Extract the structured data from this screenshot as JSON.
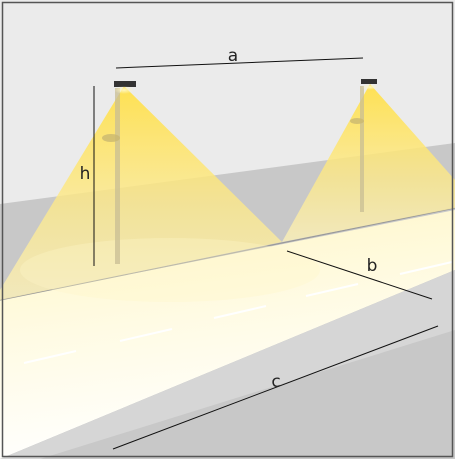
{
  "labels": {
    "a": "a",
    "b": "b",
    "c": "c",
    "h": "h"
  },
  "colors": {
    "wall": "#e9e9e9",
    "road": "#c9c9c9",
    "light_bright": "#ffe36a",
    "light_mid": "#fff1a8",
    "light_pale": "#fffbe6",
    "line": "#111111",
    "frame": "#555555",
    "pole": "#b9ae8a"
  },
  "icons": [
    "street-lamp-icon"
  ]
}
